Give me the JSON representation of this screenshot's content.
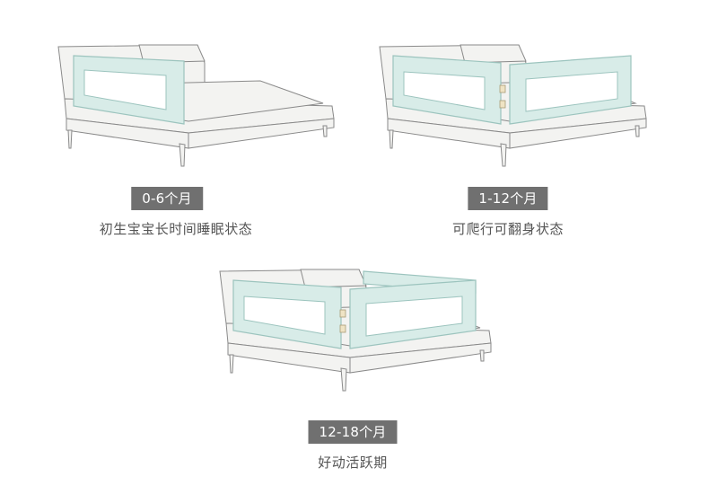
{
  "colors": {
    "rail_fill": "#d8ece8",
    "rail_stroke": "#9cc4be",
    "bed_fill": "#f3f3f1",
    "bed_stroke": "#8a8a8a",
    "badge_bg": "#707070",
    "caption_text": "#555555"
  },
  "stages": [
    {
      "age": "0-6个月",
      "description": "初生宝宝长时间睡眠状态",
      "rails": "one-side"
    },
    {
      "age": "1-12个月",
      "description": "可爬行可翻身状态",
      "rails": "two-sides"
    },
    {
      "age": "12-18个月",
      "description": "好动活跃期",
      "rails": "three-sides"
    }
  ]
}
